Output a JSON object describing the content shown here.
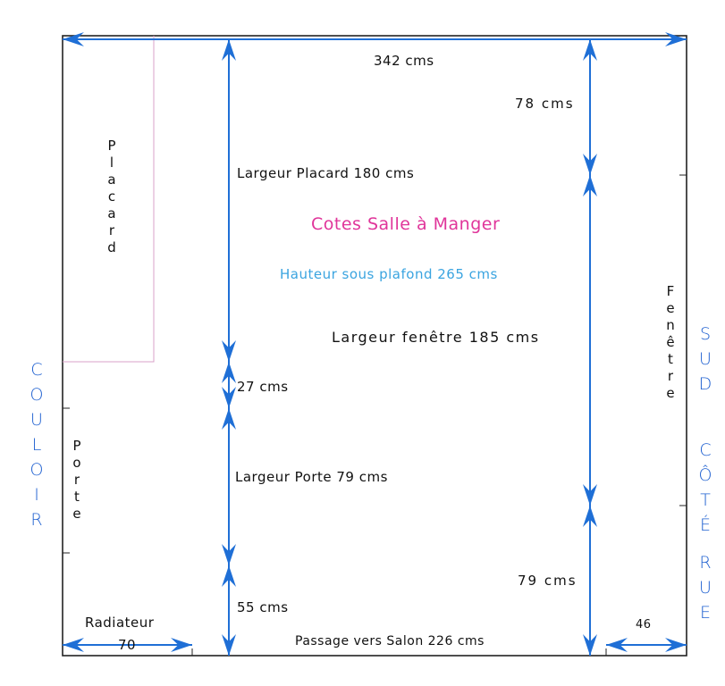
{
  "title": "Cotes Salle à Manger",
  "ceiling": "Hauteur sous plafond 265 cms",
  "colors": {
    "arrow": "#1f6fd6",
    "title": "#e0359a",
    "ceiling": "#3aa4e0",
    "text": "#111111",
    "hand": "#1d5fd0",
    "closet_line": "#d9a0c8"
  },
  "dimensions": {
    "total_width": "342 cms",
    "closet_width": "Largeur Placard 180 cms",
    "window_width": "Largeur fenêtre 185 cms",
    "door_width": "Largeur Porte 79 cms",
    "gap_27": "27 cms",
    "gap_55": "55 cms",
    "top_right": "78  cms",
    "bottom_right": "79  cms",
    "radiator": "Radiateur",
    "radiator_value": "70",
    "passage": "Passage vers Salon 226 cms",
    "corner": "46"
  },
  "vertical_labels": {
    "placard": [
      "P",
      "l",
      "a",
      "c",
      "a",
      "r",
      "d"
    ],
    "porte": [
      "P",
      "o",
      "r",
      "t",
      "e"
    ],
    "fenetre": [
      "F",
      "e",
      "n",
      "ê",
      "t",
      "r",
      "e"
    ]
  },
  "side_notes": {
    "left": [
      "C",
      "O",
      "U",
      "L",
      "O",
      "I",
      "R"
    ],
    "right_top": [
      "S",
      "U",
      "D"
    ],
    "right_bottom": [
      "C",
      "Ô",
      "T",
      "É",
      "R",
      "U",
      "E"
    ]
  }
}
